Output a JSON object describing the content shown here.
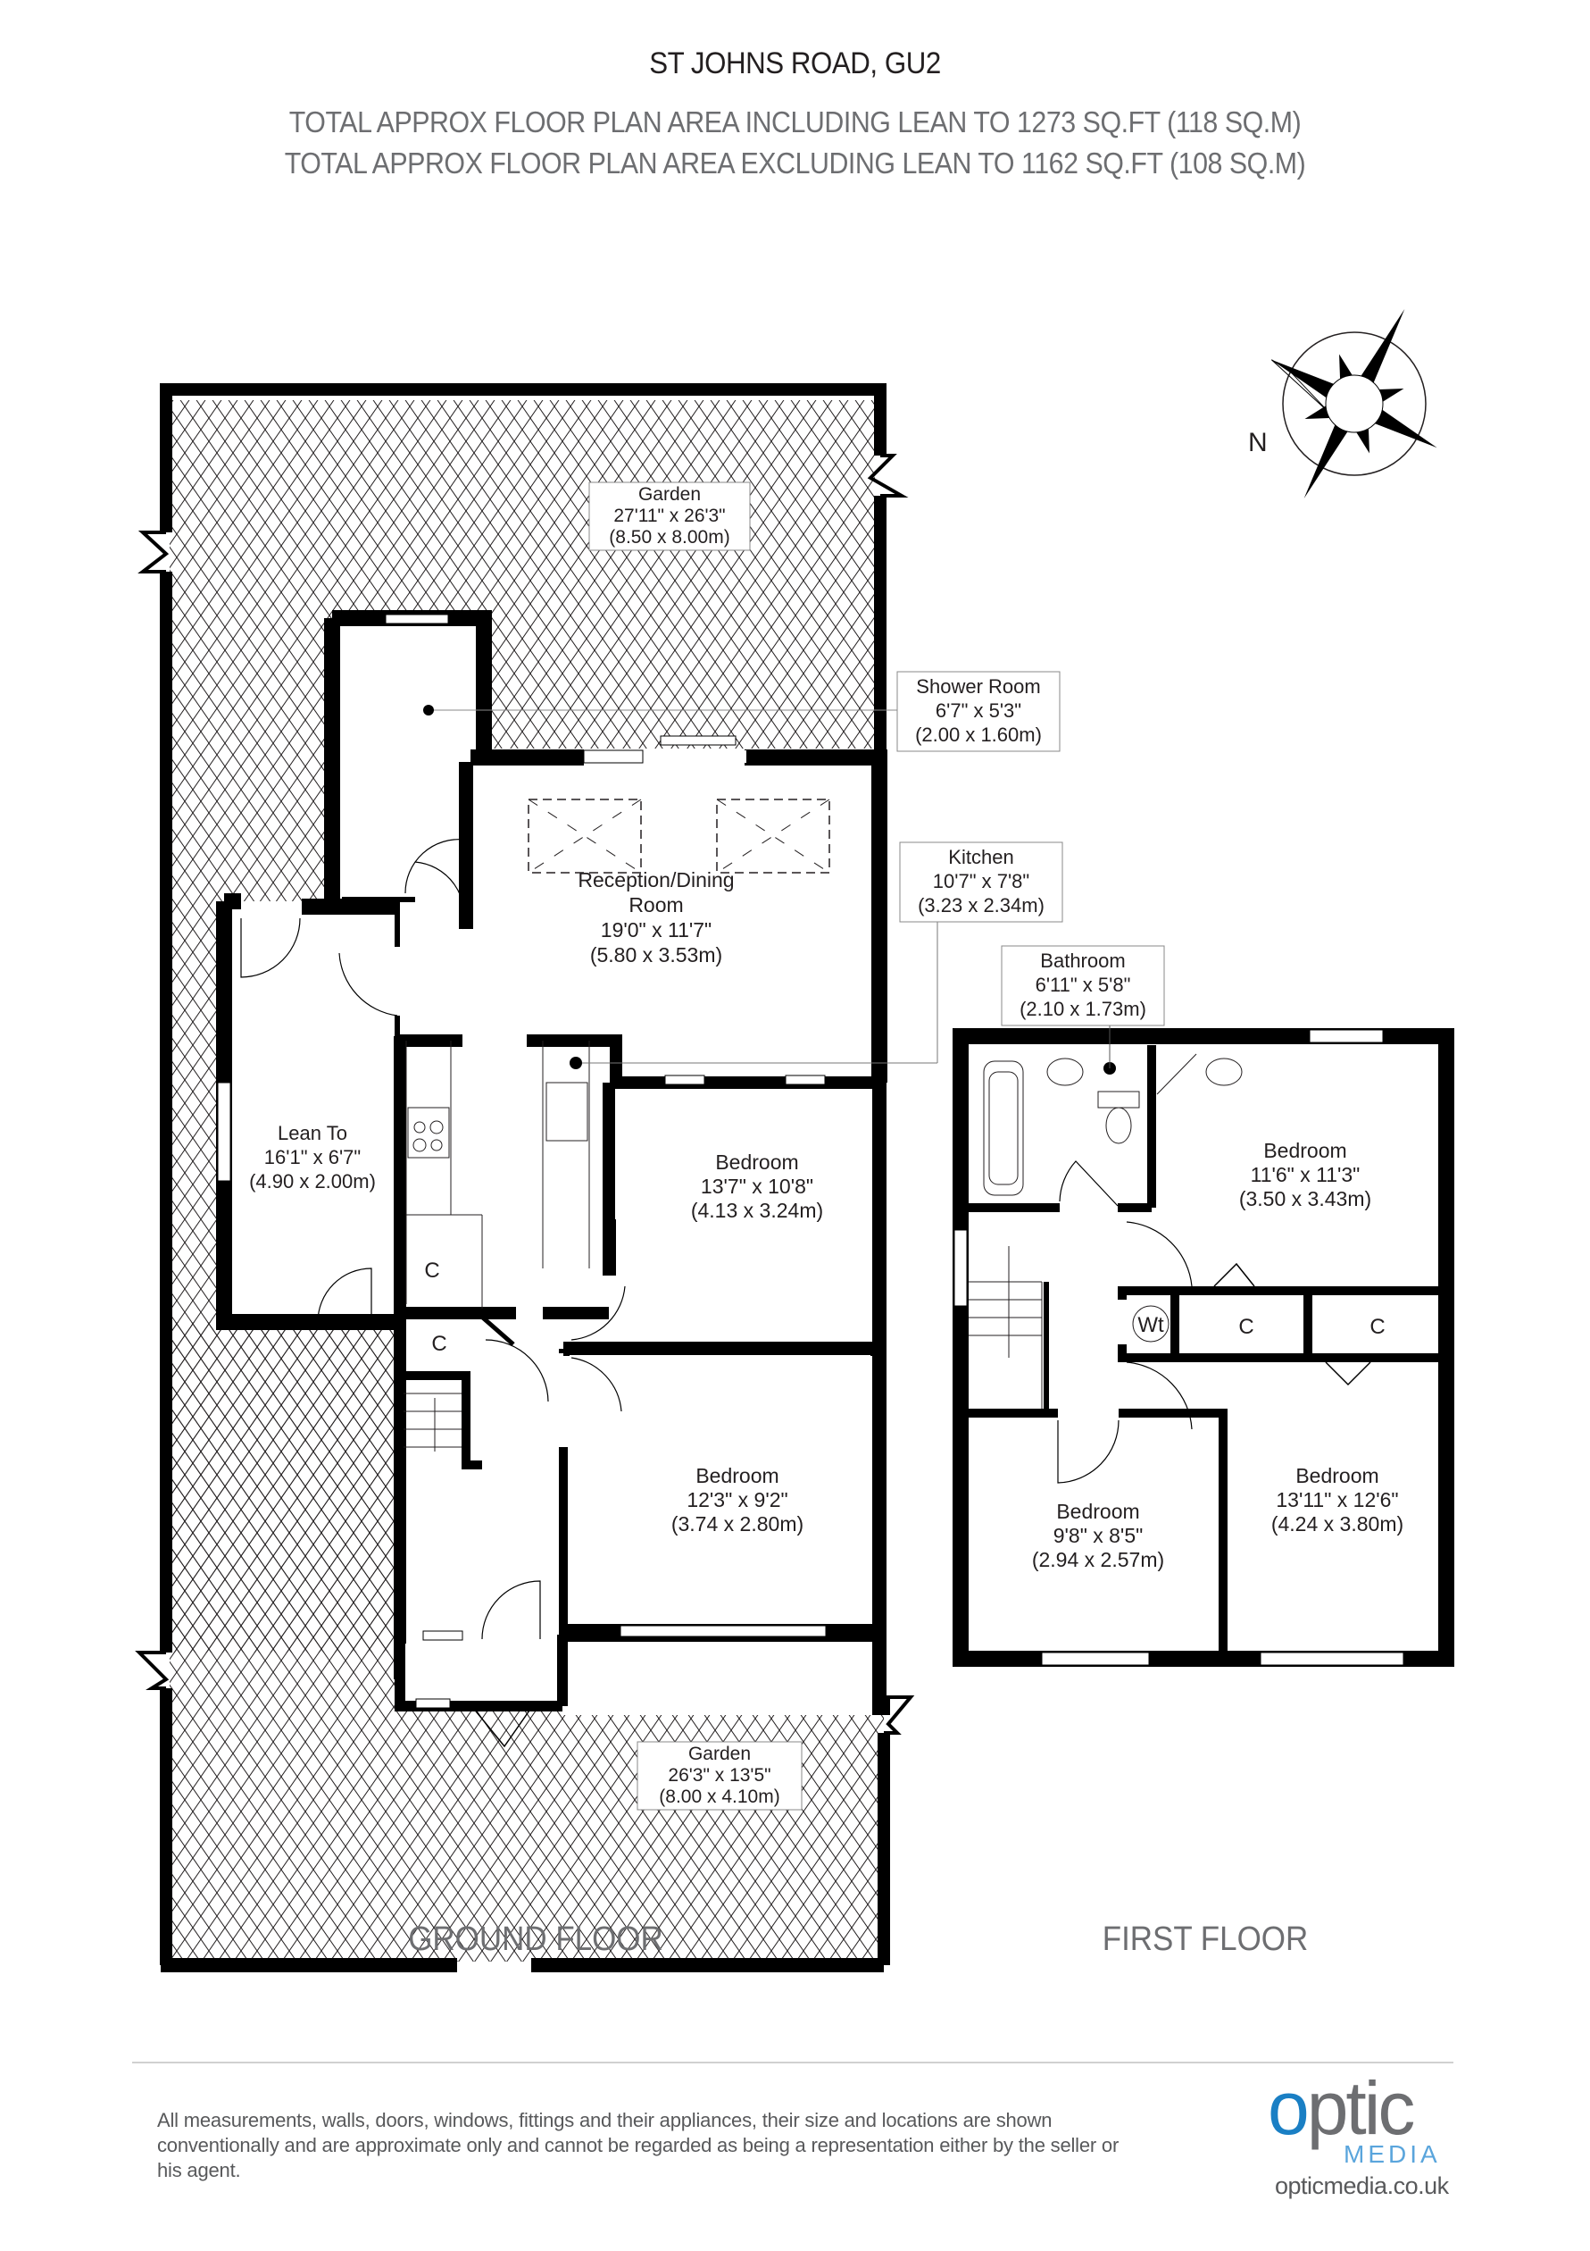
{
  "header": {
    "title": "ST JOHNS ROAD, GU2",
    "area_including": "TOTAL APPROX FLOOR PLAN AREA INCLUDING LEAN TO 1273 SQ.FT (118 SQ.M)",
    "area_excluding": "TOTAL APPROX FLOOR PLAN AREA EXCLUDING LEAN TO 1162 SQ.FT (108 SQ.M)"
  },
  "compass": {
    "label": "N",
    "icon": "compass-rose-icon"
  },
  "ground_floor": {
    "label": "GROUND FLOOR",
    "rooms": [
      {
        "name": "Garden",
        "imperial": "27'11\" x 26'3\"",
        "metric": "(8.50 x 8.00m)"
      },
      {
        "name": "Shower Room",
        "imperial": "6'7\" x 5'3\"",
        "metric": "(2.00 x 1.60m)"
      },
      {
        "name": "Kitchen",
        "imperial": "10'7\" x 7'8\"",
        "metric": "(3.23 x 2.34m)"
      },
      {
        "name_line1": "Reception/Dining",
        "name_line2": "Room",
        "imperial": "19'0\" x 11'7\"",
        "metric": "(5.80 x 3.53m)"
      },
      {
        "name": "Lean To",
        "imperial": "16'1\" x 6'7\"",
        "metric": "(4.90 x 2.00m)"
      },
      {
        "name": "Bedroom",
        "imperial": "13'7\" x 10'8\"",
        "metric": "(4.13 x 3.24m)"
      },
      {
        "name": "Bedroom",
        "imperial": "12'3\" x 9'2\"",
        "metric": "(3.74 x 2.80m)"
      },
      {
        "name": "Garden",
        "imperial": "26'3\" x 13'5\"",
        "metric": "(8.00 x 4.10m)"
      }
    ],
    "cupboards": [
      "C",
      "C"
    ]
  },
  "first_floor": {
    "label": "FIRST FLOOR",
    "rooms": [
      {
        "name": "Bathroom",
        "imperial": "6'11\" x 5'8\"",
        "metric": "(2.10 x 1.73m)"
      },
      {
        "name": "Bedroom",
        "imperial": "11'6\" x 11'3\"",
        "metric": "(3.50 x 3.43m)"
      },
      {
        "name": "Bedroom",
        "imperial": "9'8\" x 8'5\"",
        "metric": "(2.94 x 2.57m)"
      },
      {
        "name": "Bedroom",
        "imperial": "13'11\" x 12'6\"",
        "metric": "(4.24 x 3.80m)"
      }
    ],
    "cupboards": [
      "C",
      "C"
    ],
    "water_tank": "Wt"
  },
  "footer": {
    "disclaimer": "All measurements, walls, doors, windows, fittings and their appliances, their size and locations are shown conventionally and are approximate only and cannot be regarded as being a representation either by the seller or his agent.",
    "logo_optic_o": "o",
    "logo_optic_rest": "ptic",
    "logo_media": "MEDIA",
    "logo_url": "opticmedia.co.uk"
  },
  "colors": {
    "wall": "#000000",
    "title": "#231f20",
    "subtitle": "#6d6e71",
    "brand_blue": "#1a7fc4",
    "brand_light_blue": "#5aa5dc",
    "brand_gray": "#6d6e71"
  }
}
